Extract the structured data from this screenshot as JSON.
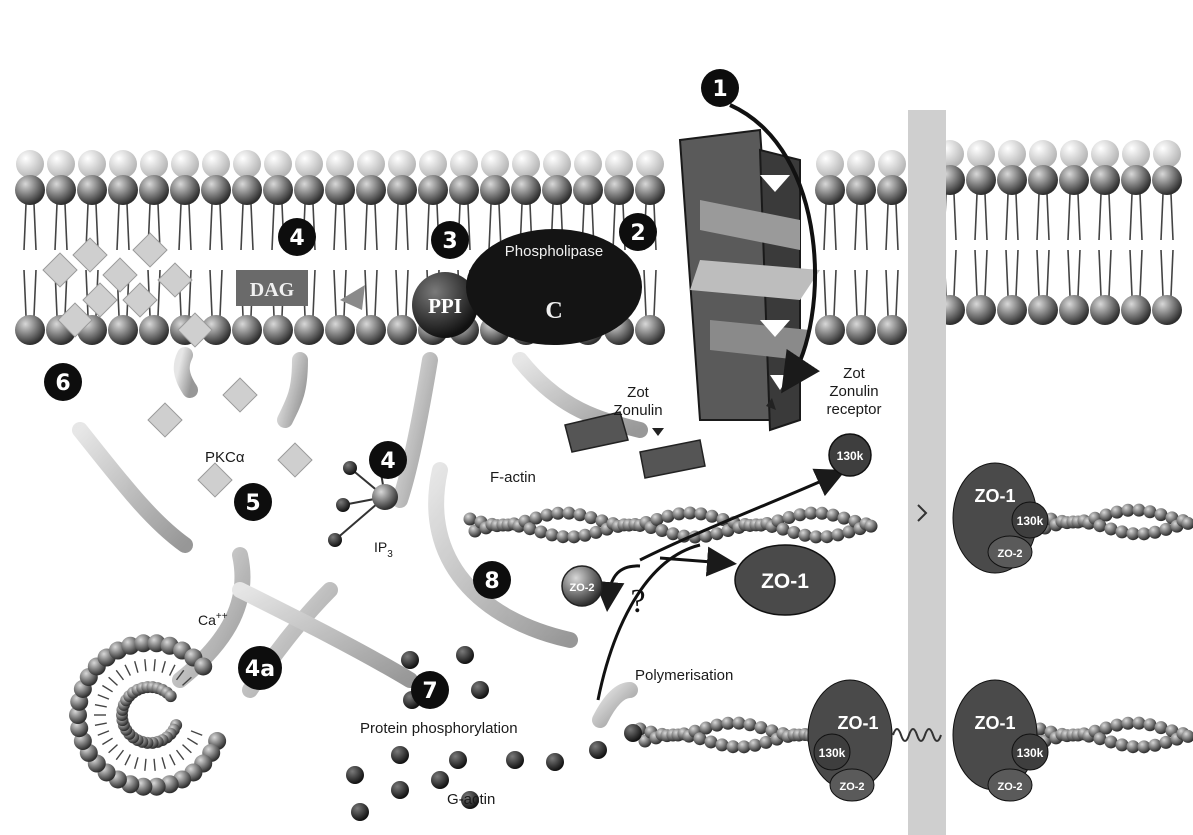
{
  "markers": {
    "m1": "1",
    "m2": "2",
    "m3": "3",
    "m4_top": "4",
    "m4_mid": "4",
    "m4a": "4a",
    "m5": "5",
    "m6": "6",
    "m7": "7",
    "m8": "8"
  },
  "molecules": {
    "dag": "DAG",
    "ppi": "PPI",
    "plc_line1": "Phospholipase",
    "plc_line2": "C",
    "zo1_small": "ZO-1",
    "zo2_small": "ZO-2",
    "k130_top": "130k",
    "zo1_right_top": "ZO-1",
    "k130_right_top": "130k",
    "zo2_right_top": "ZO-2",
    "zo1_bottom_left": "ZO-1",
    "k130_bottom_left": "130k",
    "zo2_bottom_left": "ZO-2",
    "zo1_bottom_right": "ZO-1",
    "k130_bottom_right": "130k",
    "zo2_bottom_right": "ZO-2"
  },
  "labels": {
    "zot_zonulin_line1": "Zot",
    "zot_zonulin_line2": "Zonulin",
    "receptor_line1": "Zot",
    "receptor_line2": "Zonulin",
    "receptor_line3": "receptor",
    "pkc": "PKCα",
    "ip3": "IP",
    "ip3_sub": "3",
    "ca": "Ca",
    "ca_sup": "++",
    "factin": "F-actin",
    "question": "?",
    "polymerisation": "Polymerisation",
    "protein_phos": "Protein phosphorylation",
    "gactin": "G-actin"
  }
}
